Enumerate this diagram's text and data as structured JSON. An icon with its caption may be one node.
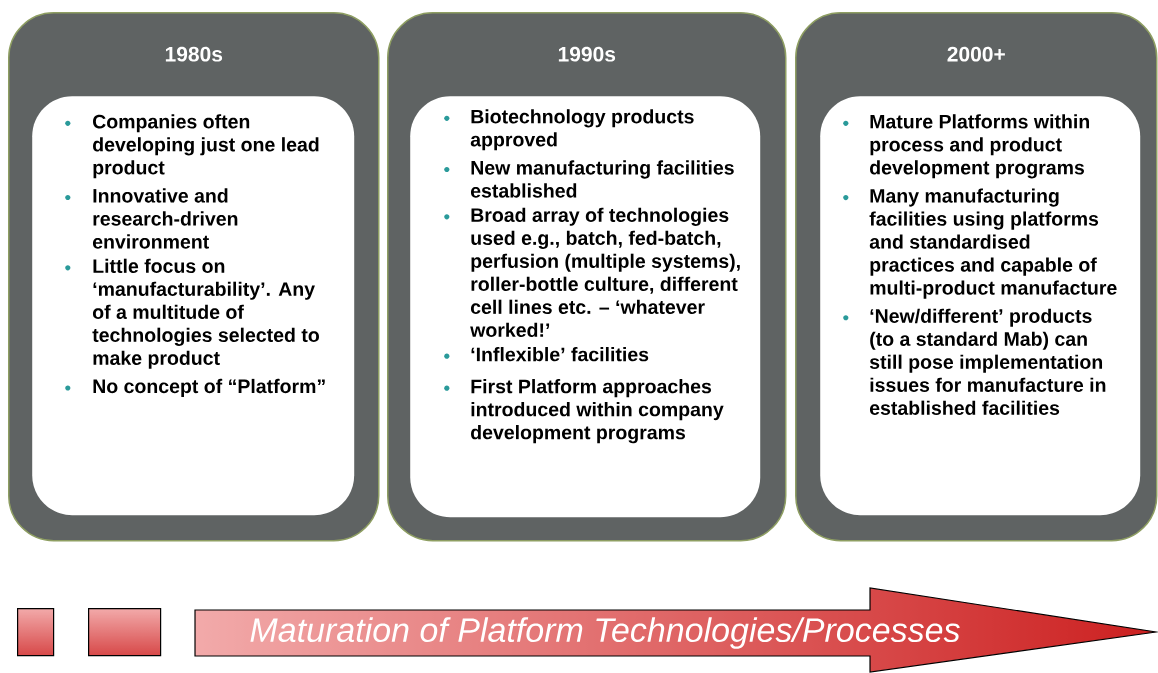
{
  "diagram": {
    "nodes": [
      {
        "text": [
          "1980s"
        ]
      },
      {
        "text": [
          "Companies often developing just one lead product",
          "Innovative and research-driven environment",
          "Little focus on ‘manufacturability’. Any of a multitude of technologies selected to make product",
          "No concept of “Platform”"
        ],
        "in": 0
      },
      {
        "text": [
          "1990s"
        ]
      },
      {
        "text": [
          "Biotechnology products approved",
          "New manufacturing facilities established",
          "Broad array of technologies used e.g., batch, fed-batch, perfusion (multiple systems), roller-bottle culture, different cell lines etc. – ‘whatever worked!’",
          "‘Inflexible’ facilities",
          "First Platform approaches introduced within company development programs"
        ],
        "in": 2
      },
      {
        "text": [
          "2000+"
        ]
      },
      {
        "text": [
          "Mature Platforms within process and product development programs",
          "Many manufacturing facilities using platforms and standardised practices and capable of multi-product manufacture",
          "‘New/different’ products (to a standard Mab) can still pose implementation issues for manufacture in established facilities"
        ],
        "in": 4
      },
      {
        "text": [],
        "shape": "box"
      },
      {
        "text": [],
        "shape": "box"
      },
      {
        "text": [
          "Maturation of Platform Technologies/Processes"
        ]
      }
    ]
  }
}
